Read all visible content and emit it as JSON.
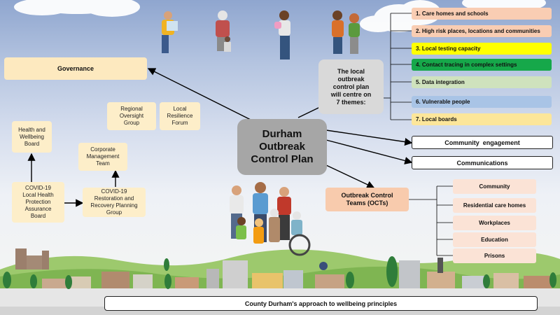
{
  "center": {
    "line1": "Durham",
    "line2": "Outbreak",
    "line3": "Control Plan"
  },
  "governance": "Governance",
  "regional_oversight": {
    "l1": "Regional",
    "l2": "Oversight",
    "l3": "Group"
  },
  "local_resilience": {
    "l1": "Local",
    "l2": "Resilience",
    "l3": "Forum"
  },
  "health_board": {
    "l1": "Health and",
    "l2": "Wellbeing",
    "l3": "Board"
  },
  "corporate_team": {
    "l1": "Corporate",
    "l2": "Management",
    "l3": "Team"
  },
  "covid_assurance": {
    "l1": "COVID-19",
    "l2": "Local Health",
    "l3": "Protection",
    "l4": "Assurance",
    "l5": "Board"
  },
  "covid_recovery": {
    "l1": "COVID-19",
    "l2": "Restoration and",
    "l3": "Recovery Planning",
    "l4": "Group"
  },
  "themes_intro": {
    "l1": "The local",
    "l2": "outbreak",
    "l3": "control plan",
    "l4": "will centre on",
    "l5": "7 themes:"
  },
  "themes": [
    {
      "label": "1. Care homes and schools",
      "color": "#f9cdb3"
    },
    {
      "label": "2. High risk places, locations and communities",
      "color": "#f9cdb3"
    },
    {
      "label": "3. Local testing capacity",
      "color": "#ffff00"
    },
    {
      "label": "4. Contact tracing in complex settings",
      "color": "#16a84a"
    },
    {
      "label": "5. Data integration",
      "color": "#cfe2bd"
    },
    {
      "label": "6. Vulnerable people",
      "color": "#a9c4e6"
    },
    {
      "label": "7. Local boards",
      "color": "#fce69a"
    }
  ],
  "community_engagement": "Community  engagement",
  "communications": "Communications",
  "oct_title": {
    "l1": "Outbreak Control",
    "l2": "Teams (OCTs)"
  },
  "oct_items": [
    "Community",
    "Residential care homes",
    "Workplaces",
    "Education",
    "Prisons"
  ],
  "footer": "County Durham's approach to wellbeing principles",
  "colors": {
    "center_bg": "#a6a6a6",
    "governance_bg": "#fde9bf",
    "cream": "#fdeec9",
    "oct_bg": "#f8cbad",
    "intro_bg": "#d9d9d9"
  }
}
